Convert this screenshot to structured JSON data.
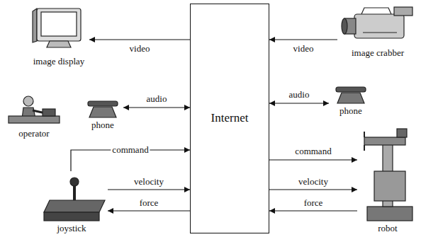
{
  "diagram": {
    "nodes": [
      {
        "text": [
          "image display"
        ]
      },
      {
        "text": [
          "Internet"
        ]
      },
      {
        "text": [
          "image crabber"
        ]
      },
      {
        "text": [
          "operator"
        ]
      },
      {
        "text": [
          "phone"
        ]
      },
      {
        "text": [
          "phone"
        ]
      },
      {
        "text": [
          "joystick"
        ]
      },
      {
        "text": [
          "robot"
        ]
      }
    ],
    "edges": [
      {
        "from": 2,
        "to": 1,
        "label": "video",
        "arrow": "to"
      },
      {
        "from": 1,
        "to": 0,
        "label": "video",
        "arrow": "to"
      },
      {
        "from": 4,
        "to": 1,
        "label": "audio",
        "arrow": "both"
      },
      {
        "from": 1,
        "to": 5,
        "label": "audio",
        "arrow": "both"
      },
      {
        "from": 6,
        "to": 1,
        "label": "command",
        "arrow": "to"
      },
      {
        "from": 1,
        "to": 7,
        "label": "command",
        "arrow": "to"
      },
      {
        "from": 6,
        "to": 1,
        "label": "velocity",
        "arrow": "to"
      },
      {
        "from": 1,
        "to": 7,
        "label": "velocity",
        "arrow": "to"
      },
      {
        "from": 7,
        "to": 1,
        "label": "force",
        "arrow": "to"
      },
      {
        "from": 1,
        "to": 6,
        "label": "force",
        "arrow": "to"
      }
    ]
  }
}
